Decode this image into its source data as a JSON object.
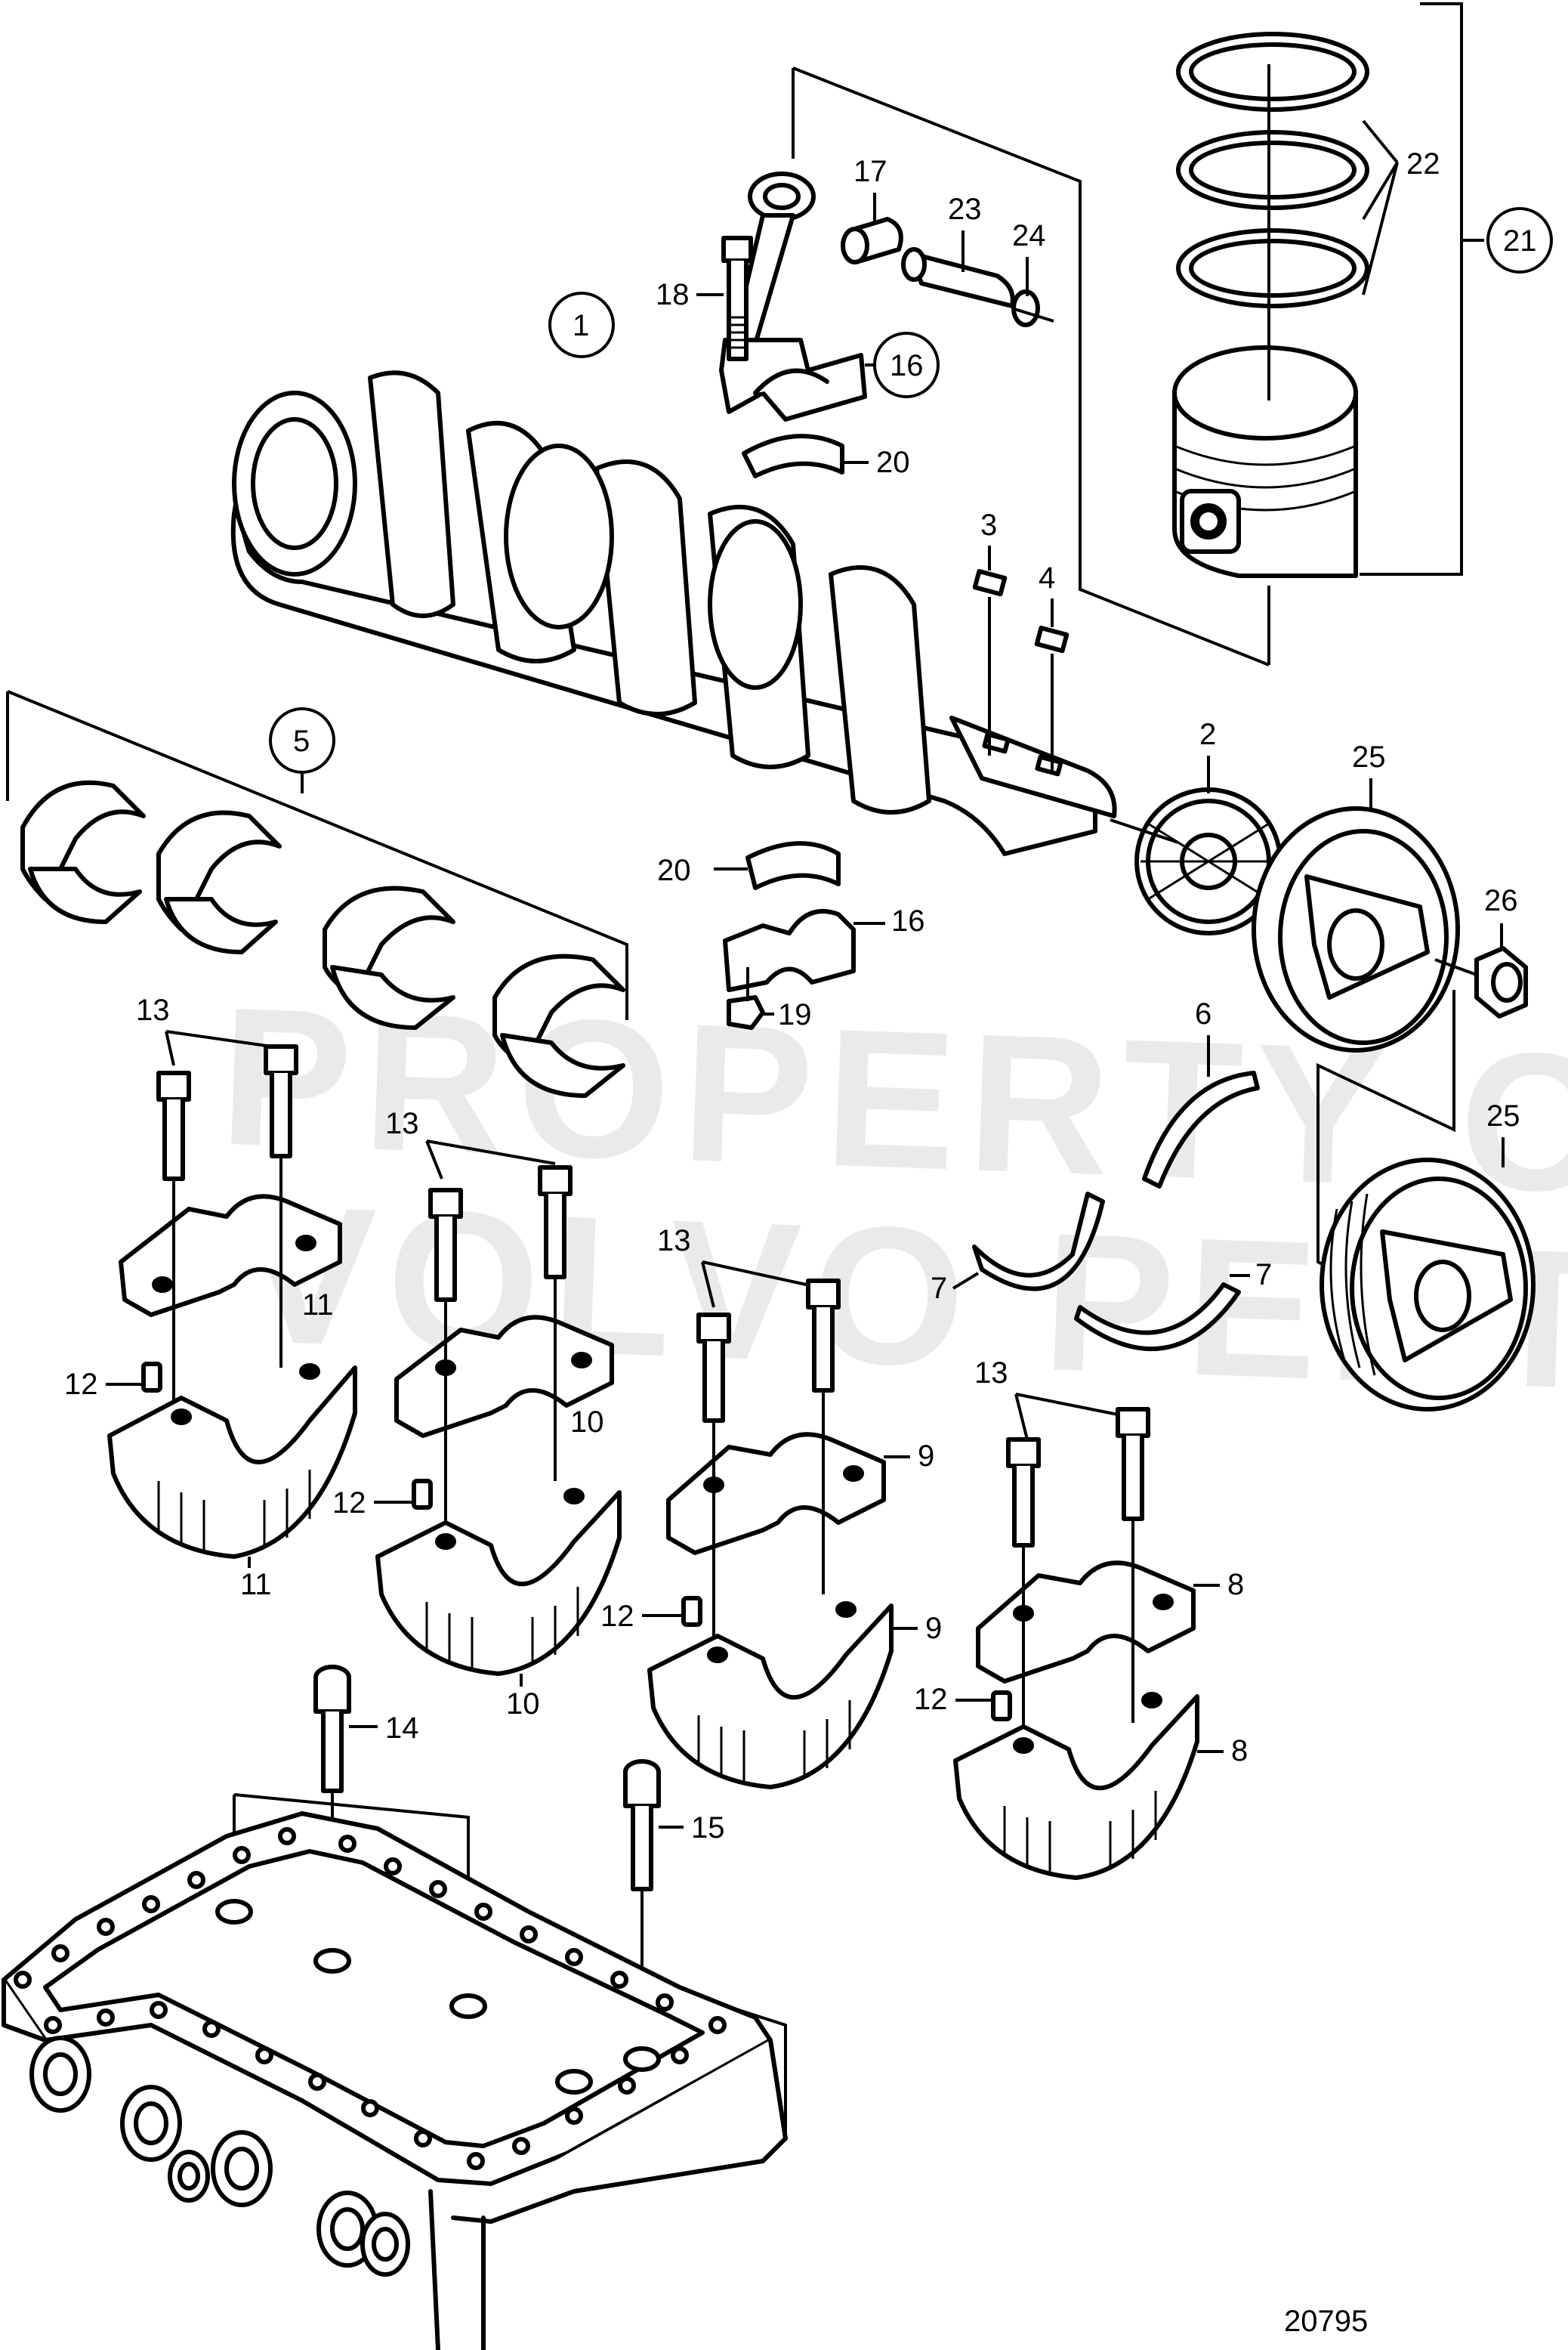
{
  "drawing_number": "20795",
  "watermark": [
    "PROPERTY OF",
    "VOLVO PENTA"
  ],
  "labels": {
    "l1": "1",
    "l2": "2",
    "l3": "3",
    "l4": "4",
    "l5": "5",
    "l6": "6",
    "l7a": "7",
    "l7b": "7",
    "l8a": "8",
    "l8b": "8",
    "l9a": "9",
    "l9b": "9",
    "l10a": "10",
    "l10b": "10",
    "l11a": "11",
    "l11b": "11",
    "l12a": "12",
    "l12b": "12",
    "l12c": "12",
    "l12d": "12",
    "l13a": "13",
    "l13b": "13",
    "l13c": "13",
    "l13d": "13",
    "l14": "14",
    "l15": "15",
    "l16a": "16",
    "l16b": "16",
    "l17": "17",
    "l18": "18",
    "l19": "19",
    "l20a": "20",
    "l20b": "20",
    "l21": "21",
    "l22": "22",
    "l23": "23",
    "l24": "24",
    "l25a": "25",
    "l25b": "25",
    "l26": "26"
  }
}
